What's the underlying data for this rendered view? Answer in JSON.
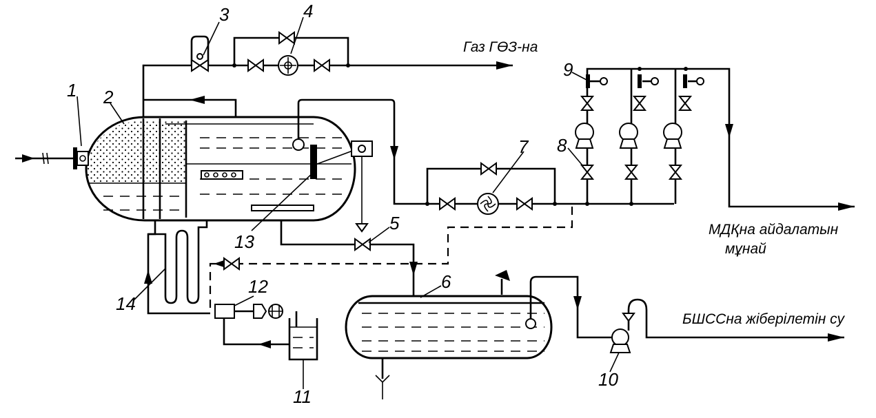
{
  "labels": {
    "n1": "1",
    "n2": "2",
    "n3": "3",
    "n4": "4",
    "n5": "5",
    "n6": "6",
    "n7": "7",
    "n8": "8",
    "n9": "9",
    "n10": "10",
    "n11": "11",
    "n12": "12",
    "n13": "13",
    "n14": "14"
  },
  "destinations": {
    "gas": "Газ ГӨЗ-на",
    "oil_line1": "МДҚна айдалатын",
    "oil_line2": "мұнай",
    "water": "БШССна жіберілетін су"
  },
  "colors": {
    "ink": "#000000",
    "paper": "#ffffff"
  }
}
